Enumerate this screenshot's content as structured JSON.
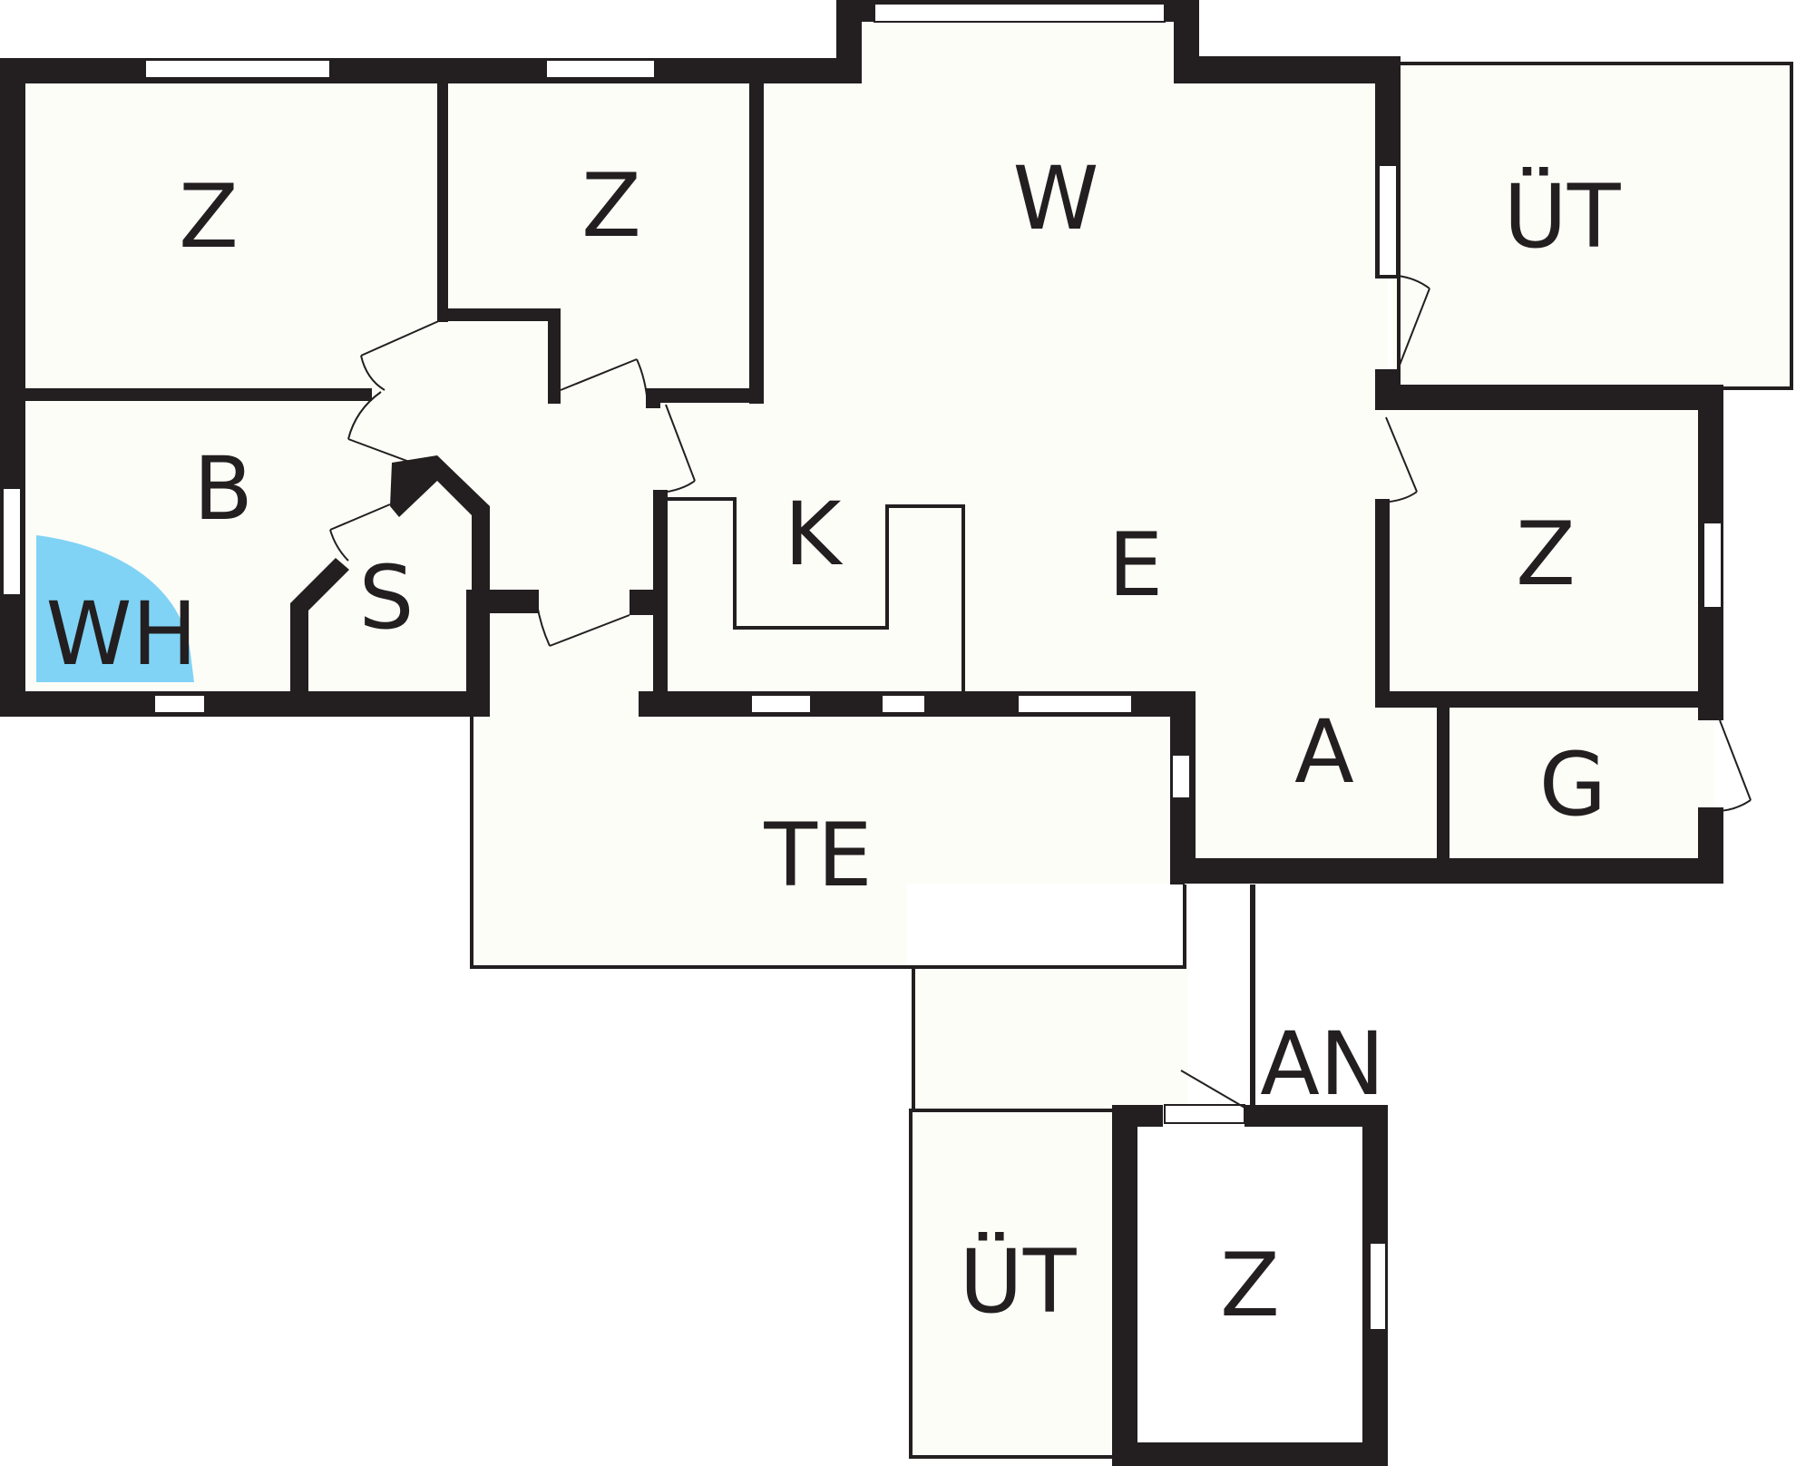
{
  "floor_plan": {
    "rooms": [
      {
        "id": "z1",
        "label": "Z"
      },
      {
        "id": "z2",
        "label": "Z"
      },
      {
        "id": "w",
        "label": "W"
      },
      {
        "id": "ut1",
        "label": "ÜT"
      },
      {
        "id": "b",
        "label": "B"
      },
      {
        "id": "k",
        "label": "K"
      },
      {
        "id": "e",
        "label": "E"
      },
      {
        "id": "z3",
        "label": "Z"
      },
      {
        "id": "s",
        "label": "S"
      },
      {
        "id": "wh",
        "label": "WH"
      },
      {
        "id": "a",
        "label": "A"
      },
      {
        "id": "g",
        "label": "G"
      },
      {
        "id": "te",
        "label": "TE"
      },
      {
        "id": "an",
        "label": "AN"
      },
      {
        "id": "ut2",
        "label": "ÜT"
      },
      {
        "id": "z4",
        "label": "Z"
      }
    ],
    "colors": {
      "wall": "#231f20",
      "floor": "#fdfdf8",
      "highlight": "#80d3f5"
    }
  }
}
